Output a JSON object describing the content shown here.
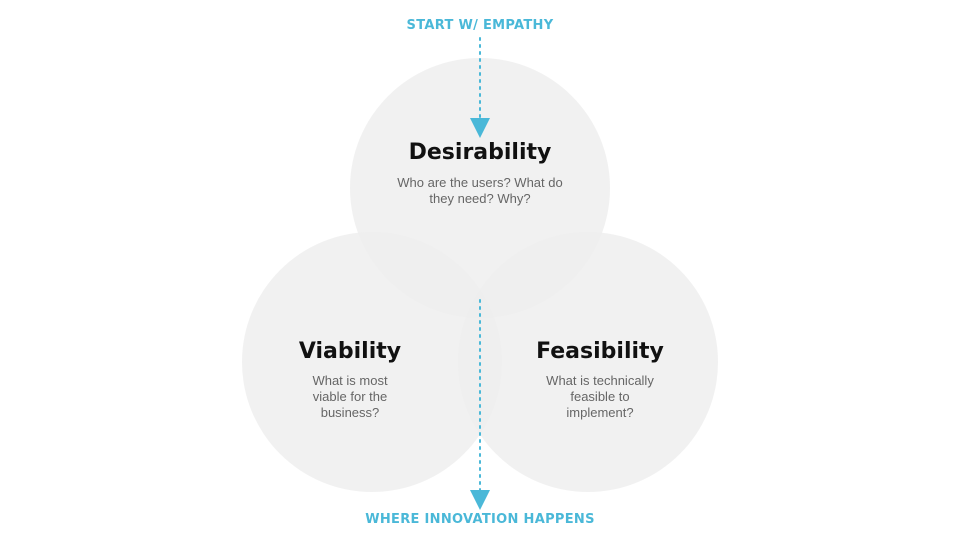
{
  "colors": {
    "accent": "#4ab8d8",
    "circle_fill": "#eeeeee",
    "title_text": "#111111",
    "desc_text": "#666666"
  },
  "top_label": "START W/ EMPATHY",
  "bottom_label": "WHERE INNOVATION HAPPENS",
  "circles": [
    {
      "title": "Desirability",
      "description": "Who are the users? What do they need? Why?"
    },
    {
      "title": "Viability",
      "description": "What is most viable for the business?"
    },
    {
      "title": "Feasibility",
      "description": "What is technically feasible to implement?"
    }
  ]
}
